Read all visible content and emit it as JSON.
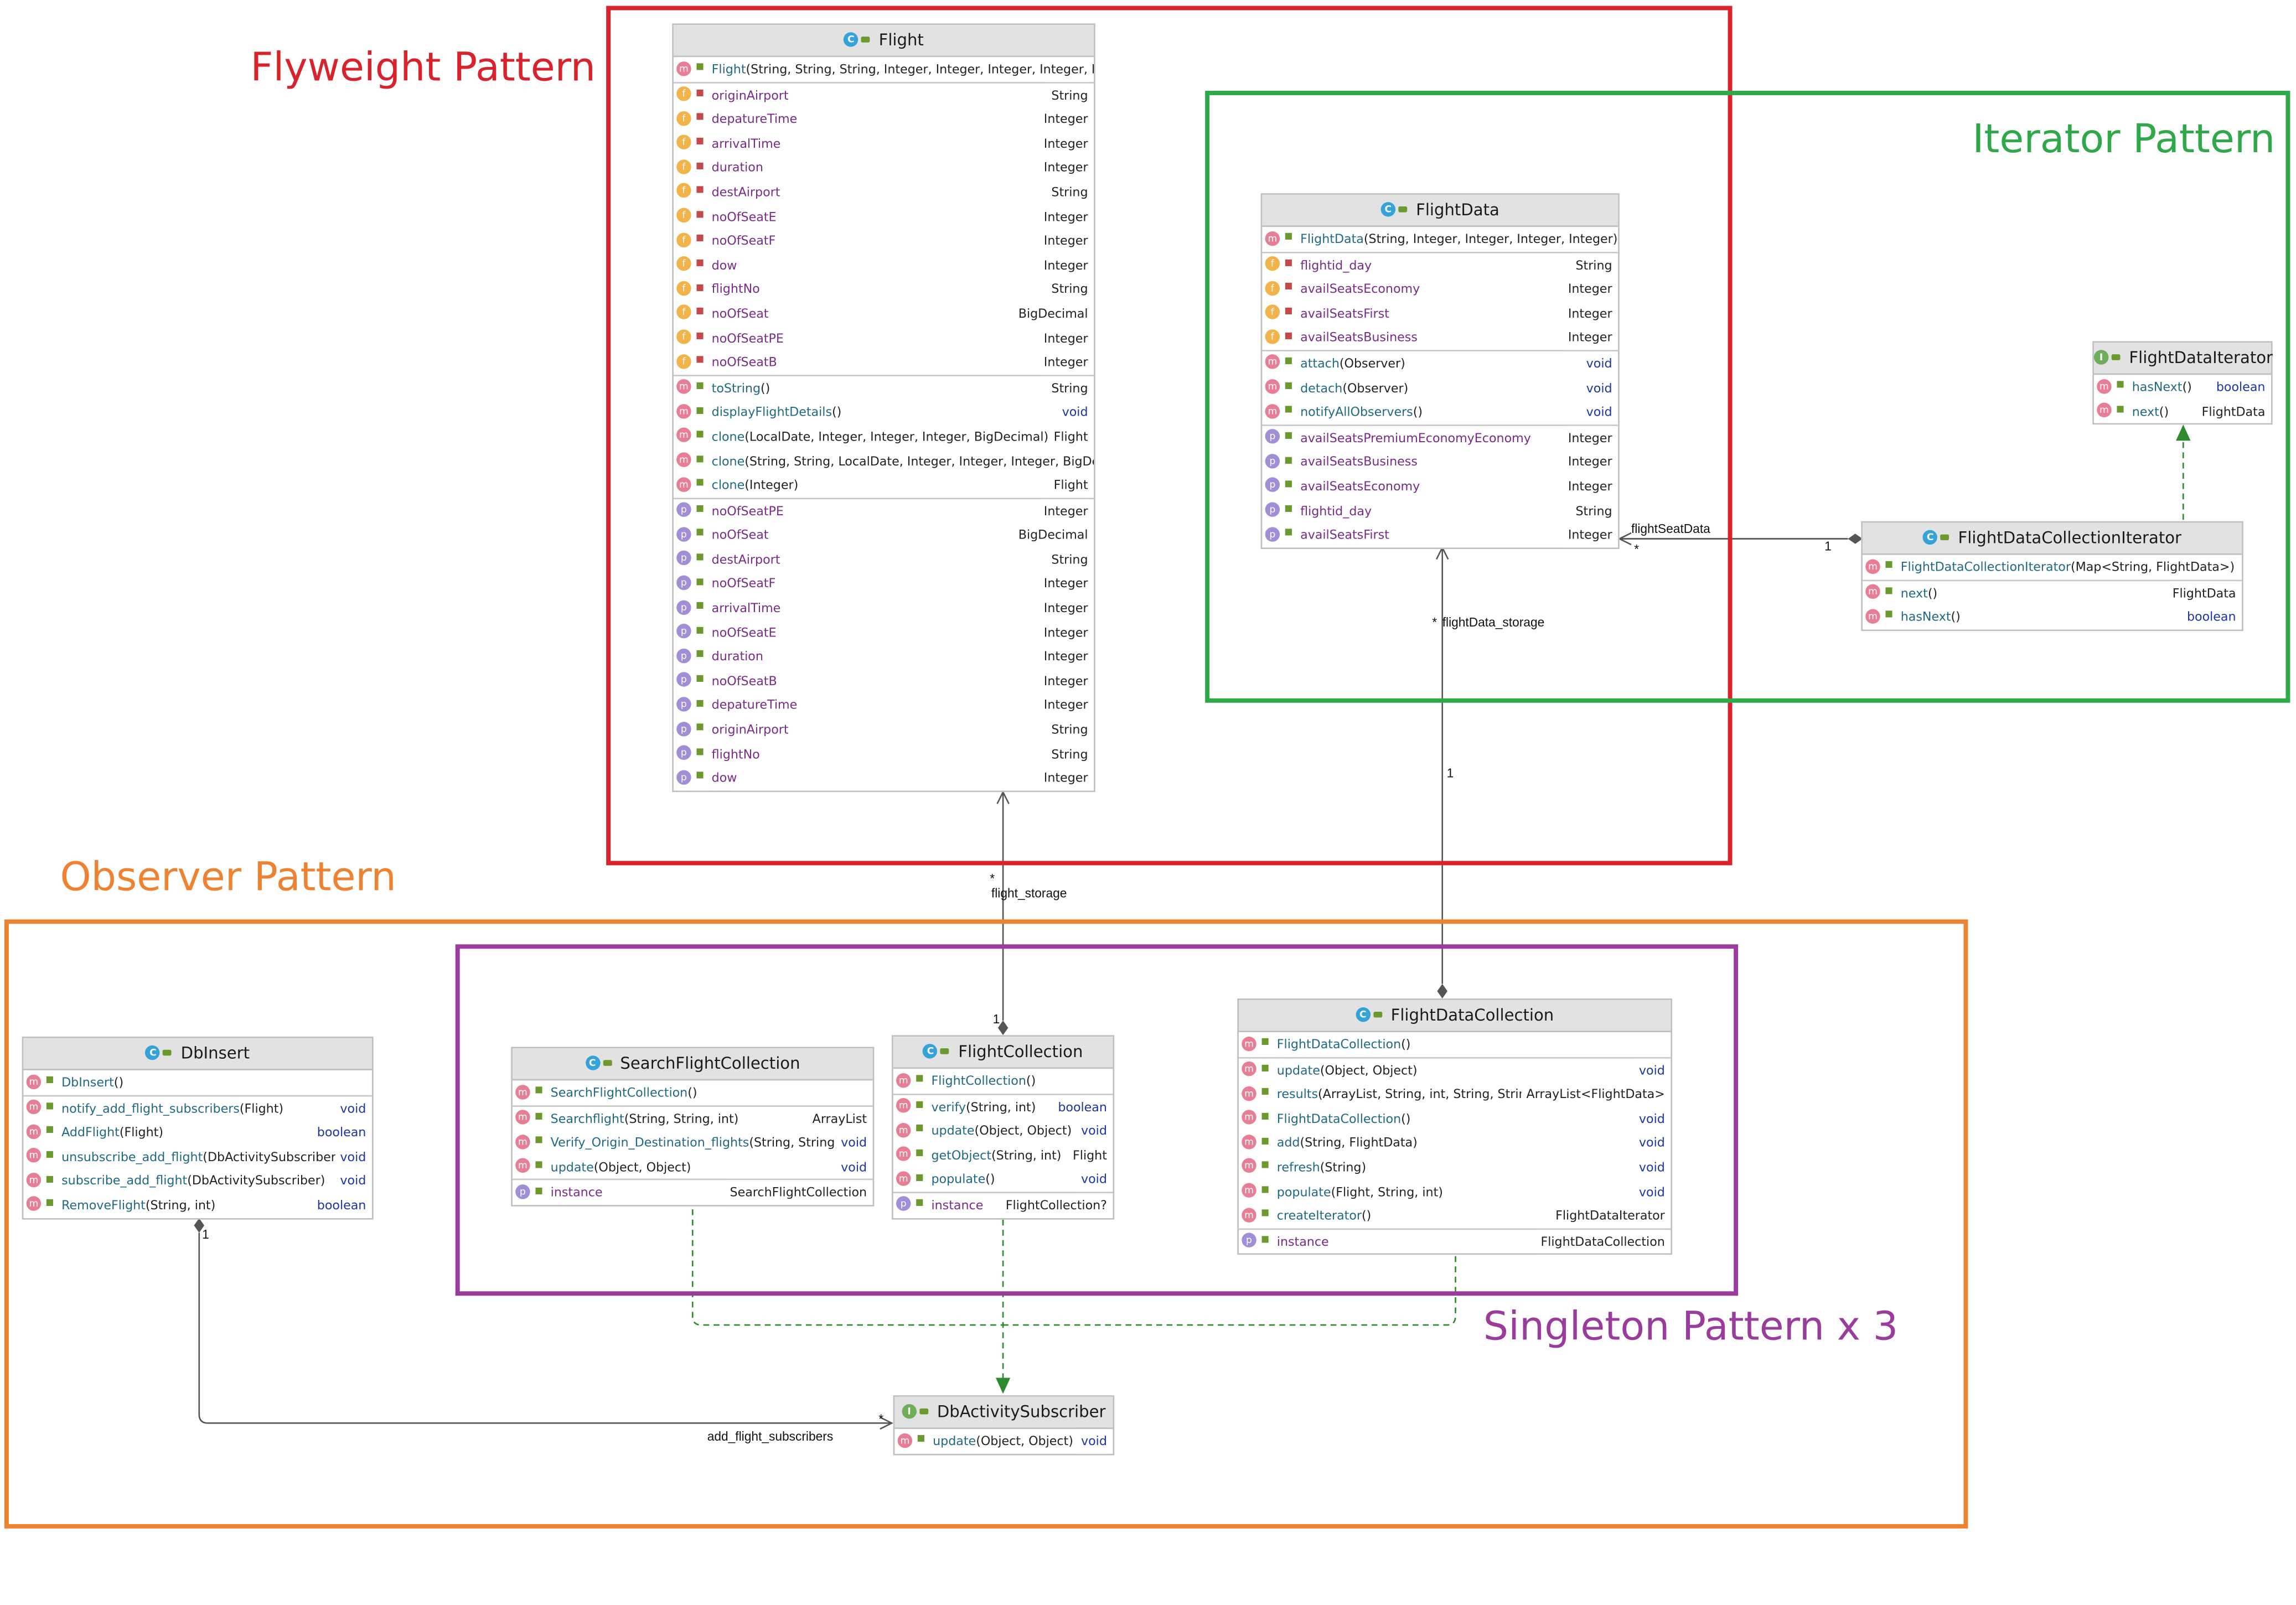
{
  "patterns": {
    "flyweight": {
      "label": "Flyweight Pattern",
      "color": "#d9232c"
    },
    "iterator": {
      "label": "Iterator Pattern",
      "color": "#2fa84a"
    },
    "observer": {
      "label": "Observer Pattern",
      "color": "#ee8230"
    },
    "singleton": {
      "label": "Singleton Pattern x 3",
      "color": "#9a3c9c"
    }
  },
  "icon_colors": {
    "class": "#36a3d8",
    "interface": "#6fae59",
    "method": "#e77e95",
    "field": "#f1b34a",
    "property": "#a28ed6",
    "arrow_realization": "#2d8a2d",
    "association": "#555555"
  },
  "classes": {
    "flight": {
      "name": "Flight",
      "kind": "C",
      "sections": [
        [
          {
            "icon": "m",
            "name": "Flight",
            "params": "(String, String, String, Integer, Integer, Integer, Integer, Integer, Integer, Integer, Integer, Integer)",
            "type": ""
          }
        ],
        [
          {
            "icon": "f",
            "name": "originAirport",
            "params": "",
            "type": "String"
          },
          {
            "icon": "f",
            "name": "depatureTime",
            "params": "",
            "type": "Integer"
          },
          {
            "icon": "f",
            "name": "arrivalTime",
            "params": "",
            "type": "Integer"
          },
          {
            "icon": "f",
            "name": "duration",
            "params": "",
            "type": "Integer"
          },
          {
            "icon": "f",
            "name": "destAirport",
            "params": "",
            "type": "String"
          },
          {
            "icon": "f",
            "name": "noOfSeatE",
            "params": "",
            "type": "Integer"
          },
          {
            "icon": "f",
            "name": "noOfSeatF",
            "params": "",
            "type": "Integer"
          },
          {
            "icon": "f",
            "name": "dow",
            "params": "",
            "type": "Integer"
          },
          {
            "icon": "f",
            "name": "flightNo",
            "params": "",
            "type": "String"
          },
          {
            "icon": "f",
            "name": "noOfSeat",
            "params": "",
            "type": "BigDecimal"
          },
          {
            "icon": "f",
            "name": "noOfSeatPE",
            "params": "",
            "type": "Integer"
          },
          {
            "icon": "f",
            "name": "noOfSeatB",
            "params": "",
            "type": "Integer"
          }
        ],
        [
          {
            "icon": "m",
            "name": "toString",
            "params": "()",
            "type": "String"
          },
          {
            "icon": "m",
            "name": "displayFlightDetails",
            "params": "()",
            "type": "void"
          },
          {
            "icon": "m",
            "name": "clone",
            "params": "(LocalDate, Integer, Integer, Integer, BigDecimal)",
            "type": "Flight"
          },
          {
            "icon": "m",
            "name": "clone",
            "params": "(String, String, LocalDate, Integer, Integer, Integer, BigDecimal, Integer)",
            "type": ""
          },
          {
            "icon": "m",
            "name": "clone",
            "params": "(Integer)",
            "type": "Flight"
          }
        ],
        [
          {
            "icon": "p",
            "name": "noOfSeatPE",
            "params": "",
            "type": "Integer"
          },
          {
            "icon": "p",
            "name": "noOfSeat",
            "params": "",
            "type": "BigDecimal"
          },
          {
            "icon": "p",
            "name": "destAirport",
            "params": "",
            "type": "String"
          },
          {
            "icon": "p",
            "name": "noOfSeatF",
            "params": "",
            "type": "Integer"
          },
          {
            "icon": "p",
            "name": "arrivalTime",
            "params": "",
            "type": "Integer"
          },
          {
            "icon": "p",
            "name": "noOfSeatE",
            "params": "",
            "type": "Integer"
          },
          {
            "icon": "p",
            "name": "duration",
            "params": "",
            "type": "Integer"
          },
          {
            "icon": "p",
            "name": "noOfSeatB",
            "params": "",
            "type": "Integer"
          },
          {
            "icon": "p",
            "name": "depatureTime",
            "params": "",
            "type": "Integer"
          },
          {
            "icon": "p",
            "name": "originAirport",
            "params": "",
            "type": "String"
          },
          {
            "icon": "p",
            "name": "flightNo",
            "params": "",
            "type": "String"
          },
          {
            "icon": "p",
            "name": "dow",
            "params": "",
            "type": "Integer"
          }
        ]
      ]
    },
    "flightdata": {
      "name": "FlightData",
      "kind": "C",
      "sections": [
        [
          {
            "icon": "m",
            "name": "FlightData",
            "params": "(String, Integer, Integer, Integer, Integer)",
            "type": ""
          }
        ],
        [
          {
            "icon": "f",
            "name": "flightid_day",
            "params": "",
            "type": "String"
          },
          {
            "icon": "f",
            "name": "availSeatsEconomy",
            "params": "",
            "type": "Integer"
          },
          {
            "icon": "f",
            "name": "availSeatsFirst",
            "params": "",
            "type": "Integer"
          },
          {
            "icon": "f",
            "name": "availSeatsBusiness",
            "params": "",
            "type": "Integer"
          }
        ],
        [
          {
            "icon": "m",
            "name": "attach",
            "params": "(Observer)",
            "type": "void"
          },
          {
            "icon": "m",
            "name": "detach",
            "params": "(Observer)",
            "type": "void"
          },
          {
            "icon": "m",
            "name": "notifyAllObservers",
            "params": "()",
            "type": "void"
          }
        ],
        [
          {
            "icon": "p",
            "name": "availSeatsPremiumEconomyEconomy",
            "params": "",
            "type": "Integer"
          },
          {
            "icon": "p",
            "name": "availSeatsBusiness",
            "params": "",
            "type": "Integer"
          },
          {
            "icon": "p",
            "name": "availSeatsEconomy",
            "params": "",
            "type": "Integer"
          },
          {
            "icon": "p",
            "name": "flightid_day",
            "params": "",
            "type": "String"
          },
          {
            "icon": "p",
            "name": "availSeatsFirst",
            "params": "",
            "type": "Integer"
          }
        ]
      ]
    },
    "flightdataiterator": {
      "name": "FlightDataIterator",
      "kind": "I",
      "sections": [
        [
          {
            "icon": "m",
            "name": "hasNext",
            "params": "()",
            "type": "boolean"
          },
          {
            "icon": "m",
            "name": "next",
            "params": "()",
            "type": "FlightData"
          }
        ]
      ]
    },
    "flightdatacollectioniterator": {
      "name": "FlightDataCollectionIterator",
      "kind": "C",
      "sections": [
        [
          {
            "icon": "m",
            "name": "FlightDataCollectionIterator",
            "params": "(Map<String, FlightData>)",
            "type": ""
          }
        ],
        [
          {
            "icon": "m",
            "name": "next",
            "params": "()",
            "type": "FlightData"
          },
          {
            "icon": "m",
            "name": "hasNext",
            "params": "()",
            "type": "boolean"
          }
        ]
      ]
    },
    "dbinsert": {
      "name": "DbInsert",
      "kind": "C",
      "sections": [
        [
          {
            "icon": "m",
            "name": "DbInsert",
            "params": "()",
            "type": ""
          }
        ],
        [
          {
            "icon": "m",
            "name": "notify_add_flight_subscribers",
            "params": "(Flight)",
            "type": "void"
          },
          {
            "icon": "m",
            "name": "AddFlight",
            "params": "(Flight)",
            "type": "boolean"
          },
          {
            "icon": "m",
            "name": "unsubscribe_add_flight",
            "params": "(DbActivitySubscriber)",
            "type": "void"
          },
          {
            "icon": "m",
            "name": "subscribe_add_flight",
            "params": "(DbActivitySubscriber)",
            "type": "void"
          },
          {
            "icon": "m",
            "name": "RemoveFlight",
            "params": "(String, int)",
            "type": "boolean"
          }
        ]
      ]
    },
    "searchflightcollection": {
      "name": "SearchFlightCollection",
      "kind": "C",
      "sections": [
        [
          {
            "icon": "m",
            "name": "SearchFlightCollection",
            "params": "()",
            "type": ""
          }
        ],
        [
          {
            "icon": "m",
            "name": "Searchflight",
            "params": "(String, String, int)",
            "type": "ArrayList"
          },
          {
            "icon": "m",
            "name": "Verify_Origin_Destination_flights",
            "params": "(String, String)",
            "type": "void"
          },
          {
            "icon": "m",
            "name": "update",
            "params": "(Object, Object)",
            "type": "void"
          }
        ],
        [
          {
            "icon": "p",
            "name": "instance",
            "params": "",
            "type": "SearchFlightCollection"
          }
        ]
      ]
    },
    "flightcollection": {
      "name": "FlightCollection",
      "kind": "C",
      "sections": [
        [
          {
            "icon": "m",
            "name": "FlightCollection",
            "params": "()",
            "type": ""
          }
        ],
        [
          {
            "icon": "m",
            "name": "verify",
            "params": "(String, int)",
            "type": "boolean"
          },
          {
            "icon": "m",
            "name": "update",
            "params": "(Object, Object)",
            "type": "void"
          },
          {
            "icon": "m",
            "name": "getObject",
            "params": "(String, int)",
            "type": "Flight"
          },
          {
            "icon": "m",
            "name": "populate",
            "params": "()",
            "type": "void"
          }
        ],
        [
          {
            "icon": "p",
            "name": "instance",
            "params": "",
            "type": "FlightCollection?"
          }
        ]
      ]
    },
    "flightdatacollection": {
      "name": "FlightDataCollection",
      "kind": "C",
      "sections": [
        [
          {
            "icon": "m",
            "name": "FlightDataCollection",
            "params": "()",
            "type": ""
          }
        ],
        [
          {
            "icon": "m",
            "name": "update",
            "params": "(Object, Object)",
            "type": "void"
          },
          {
            "icon": "m",
            "name": "results",
            "params": "(ArrayList, String, int, String, String)",
            "type": "ArrayList<FlightData>"
          },
          {
            "icon": "m",
            "name": "FlightDataCollection",
            "params": "()",
            "type": "void"
          },
          {
            "icon": "m",
            "name": "add",
            "params": "(String, FlightData)",
            "type": "void"
          },
          {
            "icon": "m",
            "name": "refresh",
            "params": "(String)",
            "type": "void"
          },
          {
            "icon": "m",
            "name": "populate",
            "params": "(Flight, String, int)",
            "type": "void"
          },
          {
            "icon": "m",
            "name": "createIterator",
            "params": "()",
            "type": "FlightDataIterator"
          }
        ],
        [
          {
            "icon": "p",
            "name": "instance",
            "params": "",
            "type": "FlightDataCollection"
          }
        ]
      ]
    },
    "dbactivitysubscriber": {
      "name": "DbActivitySubscriber",
      "kind": "I",
      "sections": [
        [
          {
            "icon": "m",
            "name": "update",
            "params": "(Object, Object)",
            "type": "void"
          }
        ]
      ]
    }
  },
  "relations": {
    "flightSeatData": {
      "label": "flightSeatData",
      "from_mult": "1",
      "to_mult": "*"
    },
    "flightData_storage": {
      "label": "flightData_storage",
      "from_mult": "1",
      "to_mult": "*"
    },
    "flight_storage": {
      "label": "flight_storage",
      "from_mult": "1",
      "to_mult": "*"
    },
    "add_flight_subscribers": {
      "label": "add_flight_subscribers",
      "from_mult": "1",
      "to_mult": "*"
    }
  }
}
